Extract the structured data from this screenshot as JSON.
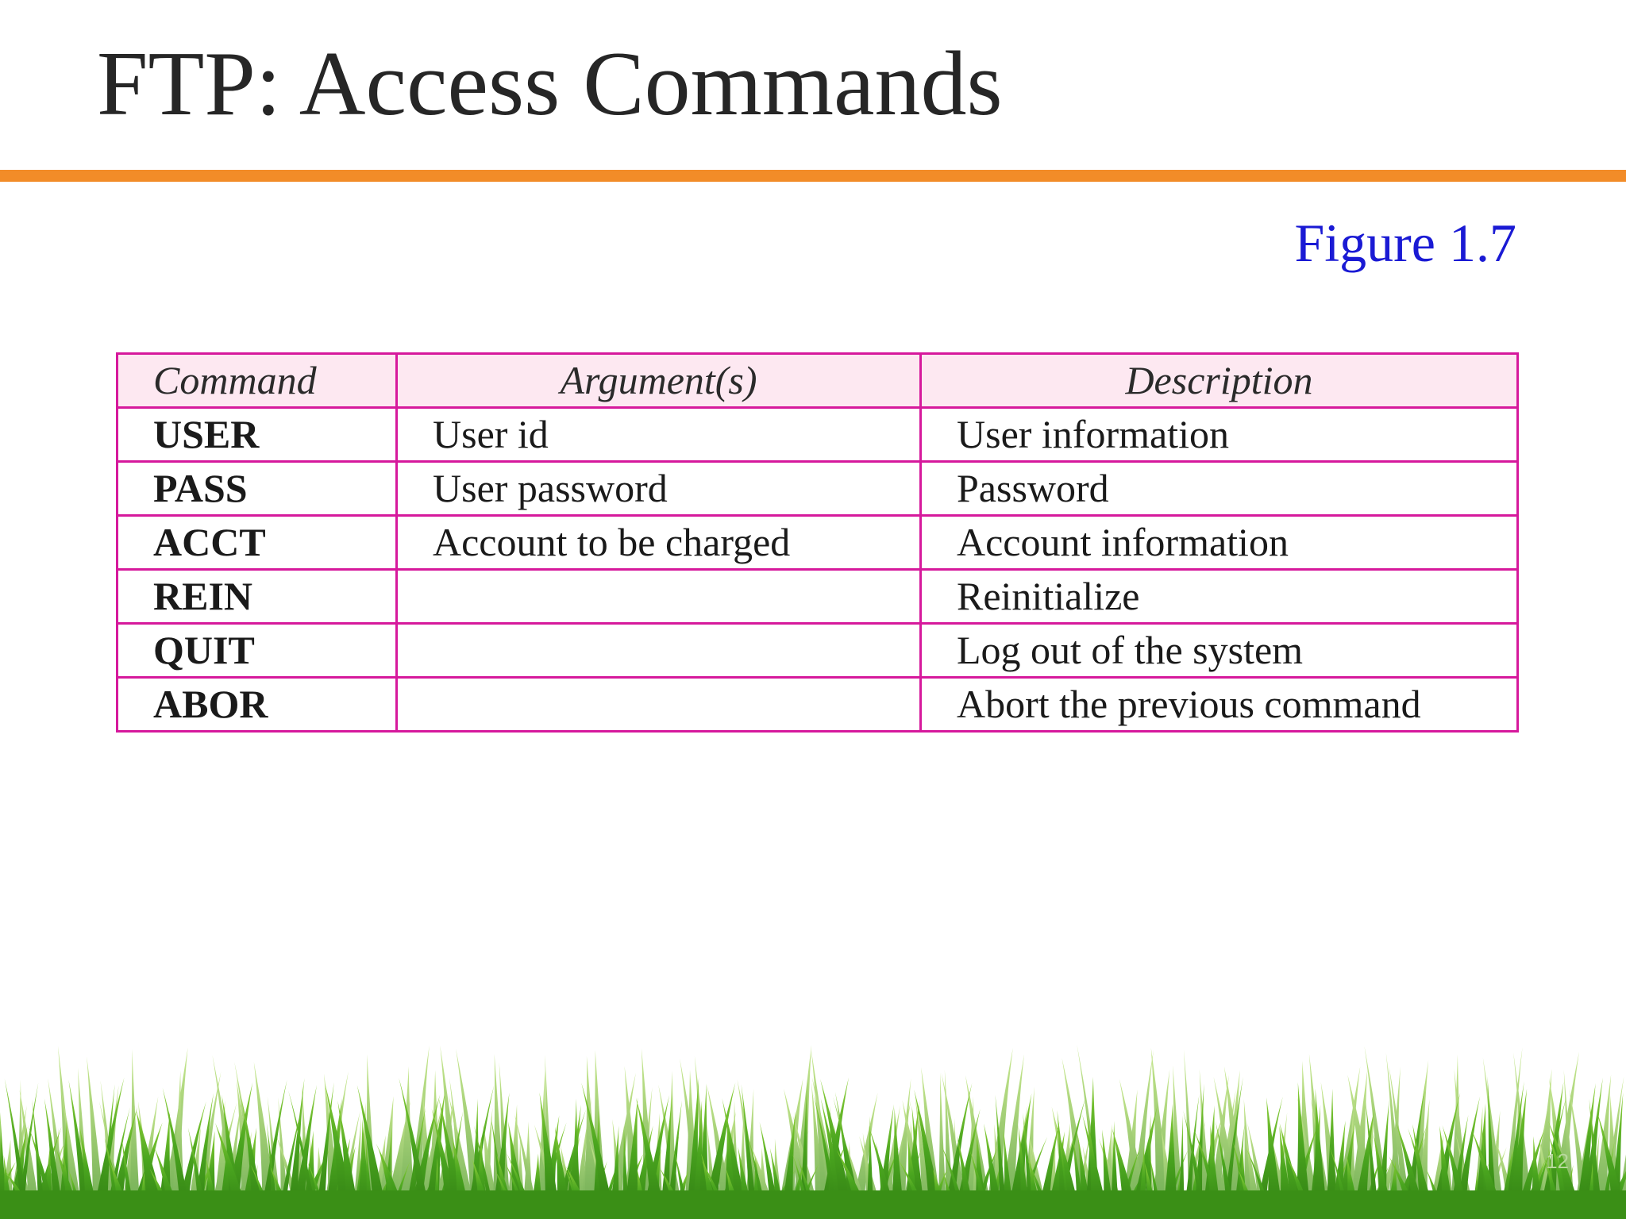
{
  "slide": {
    "title": "FTP: Access Commands",
    "figure_label": "Figure 1.7",
    "page_number": "12"
  },
  "colors": {
    "title_text": "#262626",
    "accent_bar": "#f28c28",
    "figure_label": "#1a1ad4",
    "table_border": "#d6199c",
    "table_header_bg": "#fde8f1",
    "grass_dark": "#2f7d12",
    "grass_light": "#8fd13a"
  },
  "table": {
    "headers": [
      "Command",
      "Argument(s)",
      "Description"
    ],
    "rows": [
      {
        "command": "USER",
        "arguments": "User id",
        "description": "User information"
      },
      {
        "command": "PASS",
        "arguments": "User password",
        "description": "Password"
      },
      {
        "command": "ACCT",
        "arguments": "Account to be charged",
        "description": "Account information"
      },
      {
        "command": "REIN",
        "arguments": "",
        "description": "Reinitialize"
      },
      {
        "command": "QUIT",
        "arguments": "",
        "description": "Log out of the system"
      },
      {
        "command": "ABOR",
        "arguments": "",
        "description": "Abort the previous command"
      }
    ]
  },
  "decoration": {
    "footer_image": "grass-illustration"
  }
}
